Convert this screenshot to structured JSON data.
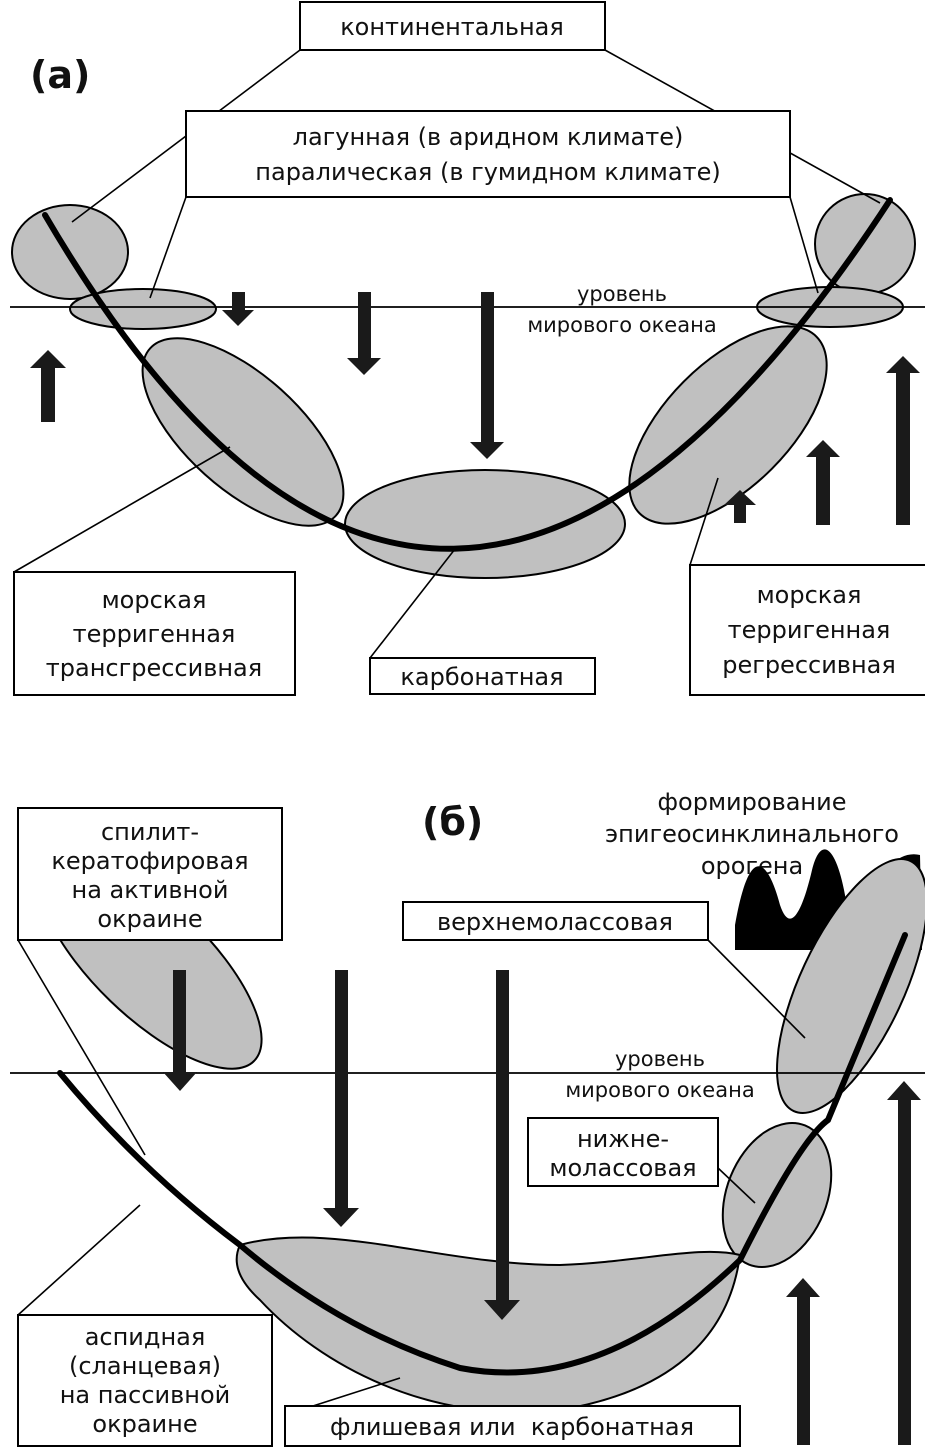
{
  "panel_a": {
    "label": "(a)",
    "sea_level": [
      "уровень",
      "мирового океана"
    ],
    "continental": "континентальная",
    "lagoon": [
      "лагунная (в аридном климате)",
      "паралическая (в гумидном климате)"
    ],
    "transgressive": [
      "морская",
      "терригенная",
      "трансгрессивная"
    ],
    "carbonate": "карбонатная",
    "regressive": [
      "морская",
      "терригенная",
      "регрессивная"
    ]
  },
  "panel_b": {
    "label": "(б)",
    "orogen_title": [
      "формирование",
      "эпигеосинклинального",
      "орогена"
    ],
    "sea_level": [
      "уровень",
      "мирового океана"
    ],
    "spilite": [
      "спилит-",
      "кератофировая",
      "на активной",
      "окраине"
    ],
    "upper_molasse": "верхнемолассовая",
    "lower_molasse": [
      "нижне-",
      "молассовая"
    ],
    "aspid": [
      "аспидная",
      "(сланцевая)",
      "на пассивной",
      "окраине"
    ],
    "flysch": "флишевая или  карбонатная"
  }
}
